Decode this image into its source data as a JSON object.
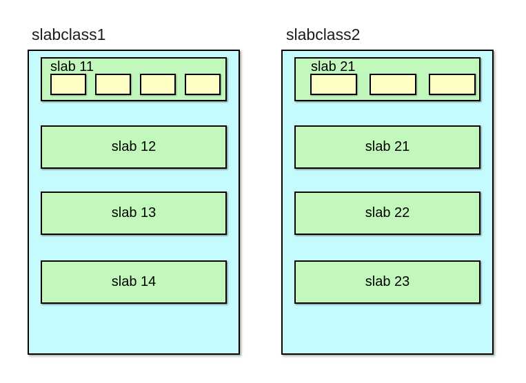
{
  "colors": {
    "class_fill": "#c5fbfc",
    "slab_fill": "#c2f8bc",
    "chunk_fill": "#ffffc5",
    "border": "#000000",
    "page_bg": "#ffffff"
  },
  "classes": [
    {
      "label": "slabclass1",
      "header_slab": {
        "label": "slab 11",
        "chunk_count": 4
      },
      "slabs": [
        {
          "label": "slab 12"
        },
        {
          "label": "slab 13"
        },
        {
          "label": "slab 14"
        }
      ]
    },
    {
      "label": "slabclass2",
      "header_slab": {
        "label": "slab 21",
        "chunk_count": 3
      },
      "slabs": [
        {
          "label": "slab 21"
        },
        {
          "label": "slab 22"
        },
        {
          "label": "slab 23"
        }
      ]
    }
  ]
}
